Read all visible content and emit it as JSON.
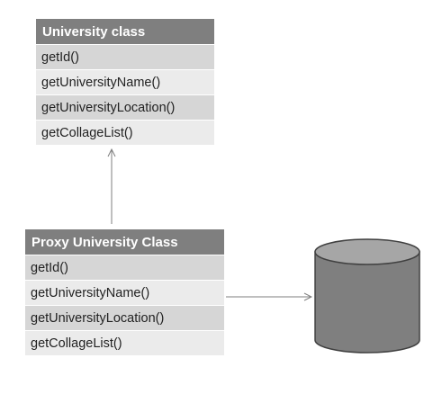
{
  "university_class": {
    "title": "University class",
    "methods": [
      "getId()",
      "getUniversityName()",
      "getUniversityLocation()",
      "getCollageList()"
    ]
  },
  "proxy_class": {
    "title": "Proxy University Class",
    "methods": [
      "getId()",
      "getUniversityName()",
      "getUniversityLocation()",
      "getCollageList()"
    ]
  },
  "colors": {
    "header": "#7f7f7f",
    "row_dark": "#d6d6d6",
    "row_light": "#ebebeb",
    "database_body": "#7f7f7f",
    "database_top": "#a6a6a6",
    "arrow": "#7f7f7f"
  },
  "icons": {
    "database": "database-cylinder-icon"
  }
}
